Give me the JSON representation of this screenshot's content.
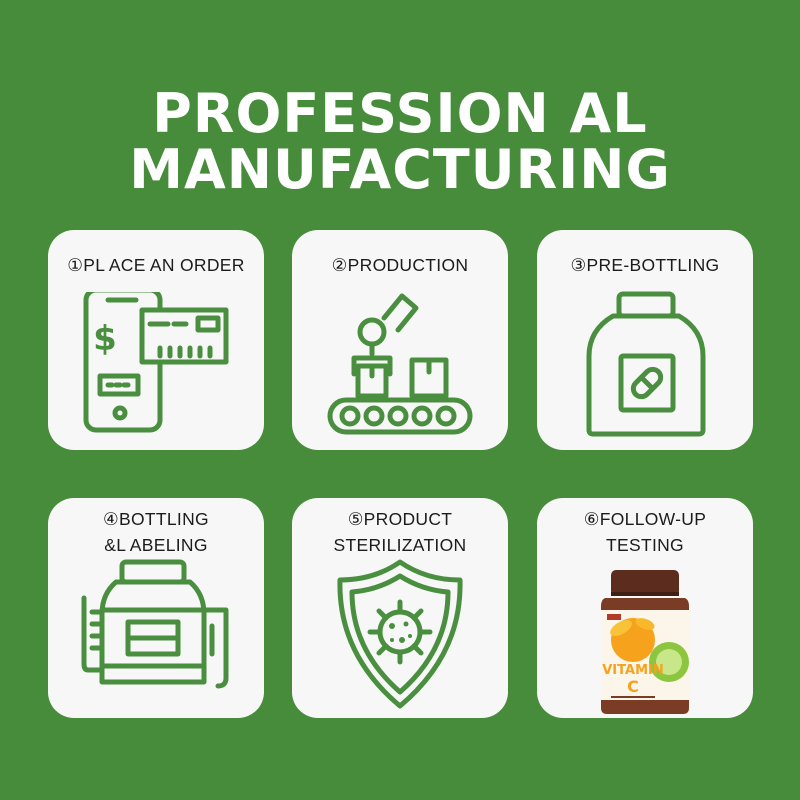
{
  "title": {
    "line1": "PROFESSION AL",
    "line2": "MANUFACTURING"
  },
  "steps": [
    {
      "label": [
        "①PL ACE AN ORDER"
      ],
      "icon": "phone-payment-card-icon"
    },
    {
      "label": [
        "②PRODUCTION"
      ],
      "icon": "robot-arm-conveyor-icon"
    },
    {
      "label": [
        "③PRE-BOTTLING"
      ],
      "icon": "pill-bottle-icon"
    },
    {
      "label": [
        "④BOTTLING",
        "&L ABELING"
      ],
      "icon": "bottle-labeling-machine-icon"
    },
    {
      "label": [
        "⑤PRODUCT",
        "STERILIZATION"
      ],
      "icon": "virus-shield-icon"
    },
    {
      "label": [
        "⑥FOLLOW-UP",
        "TESTING"
      ],
      "icon": "vitamin-c-bottle-image"
    }
  ],
  "product": {
    "name_line1": "VITAMIN",
    "name_line2": "C"
  },
  "colors": {
    "background": "#468c3b",
    "card": "#f7f7f7",
    "icon_stroke": "#4a8f3f",
    "title_text": "#ffffff"
  }
}
